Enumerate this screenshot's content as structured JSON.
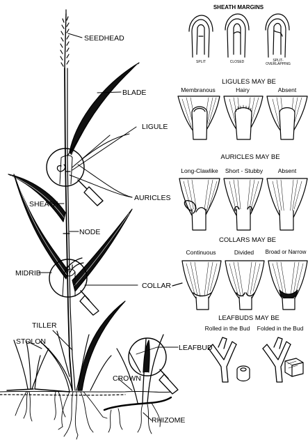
{
  "plant_labels": {
    "seedhead": "SEEDHEAD",
    "blade": "BLADE",
    "ligule": "LIGULE",
    "sheath": "SHEATH",
    "auricles": "AURICLES",
    "node": "NODE",
    "midrib": "MIDRIB",
    "collar": "COLLAR",
    "tiller": "TILLER",
    "stolon": "STOLON",
    "leafbud": "LEAFBUD",
    "crown": "CROWN",
    "rhizome": "RHIZOME"
  },
  "sheath_margins": {
    "title": "SHEATH MARGINS",
    "items": [
      "SPLIT",
      "CLOSED",
      "SPLIT- OVERLAPPING"
    ]
  },
  "ligules": {
    "title": "LIGULES MAY BE",
    "items": [
      "Membranous",
      "Hairy",
      "Absent"
    ]
  },
  "auricles": {
    "title": "AURICLES MAY BE",
    "items": [
      "Long-Clawlike",
      "Short - Stubby",
      "Absent"
    ]
  },
  "collars": {
    "title": "COLLARS MAY BE",
    "items": [
      "Continuous",
      "Divided",
      "Broad or Narrow"
    ]
  },
  "leafbuds": {
    "title": "LEAFBUDS MAY BE",
    "items": [
      "Rolled in the Bud",
      "Folded in the Bud"
    ]
  }
}
